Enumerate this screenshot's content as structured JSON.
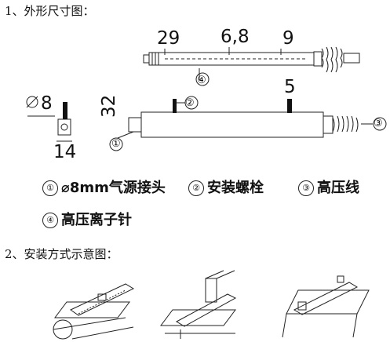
{
  "section1": {
    "title": "1、外形尺寸图："
  },
  "top_dims": {
    "d29": "29",
    "d68": "6,8",
    "d9": "9"
  },
  "side_dims": {
    "d8": "8",
    "d14": "14",
    "d32": "32",
    "d5": "5"
  },
  "callouts": {
    "c1": "①",
    "c2": "②",
    "c3": "③",
    "c4": "④"
  },
  "legend": {
    "item1": {
      "num": "①",
      "text": "⌀8mm气源接头"
    },
    "item2": {
      "num": "②",
      "text": "安装螺栓"
    },
    "item3": {
      "num": "③",
      "text": "高压线"
    },
    "item4": {
      "num": "④",
      "text": "高压离子针"
    }
  },
  "section2": {
    "title": "2、安装方式示意图："
  }
}
